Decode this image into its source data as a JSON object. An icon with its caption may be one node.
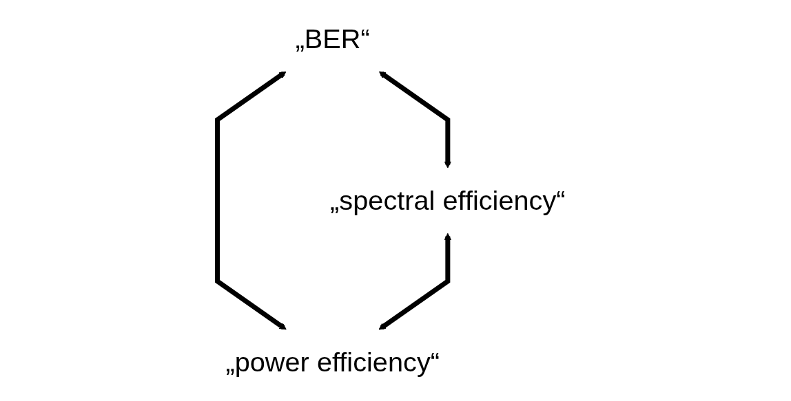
{
  "diagram": {
    "nodes": [
      {
        "text": [
          "„BER“"
        ]
      },
      {
        "text": [
          "„spectral efficiency“"
        ]
      },
      {
        "text": [
          "„power efficiency“"
        ]
      }
    ],
    "edges": [
      {
        "from": 0,
        "to": 1,
        "arrow": "both"
      },
      {
        "from": 0,
        "to": 2,
        "arrow": "both"
      },
      {
        "from": 1,
        "to": 2,
        "arrow": "both"
      }
    ]
  }
}
